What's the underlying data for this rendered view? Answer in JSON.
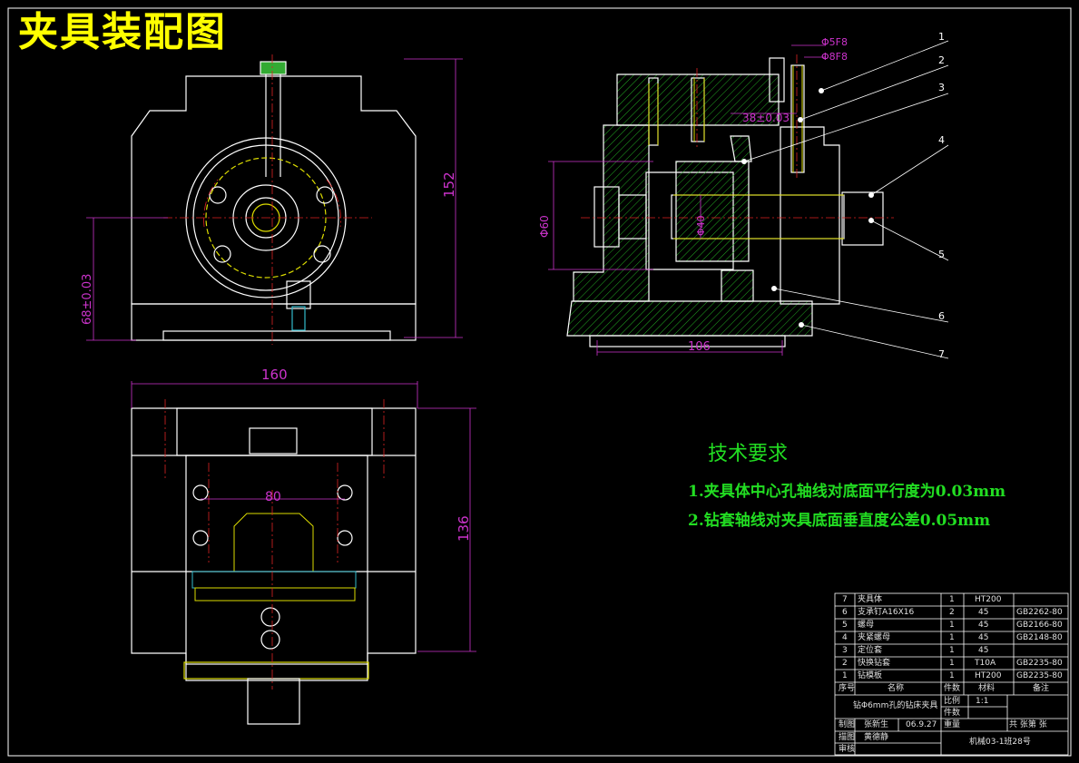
{
  "title": "夹具装配图",
  "technical_requirements": {
    "heading": "技术要求",
    "items": [
      "1.夹具体中心孔轴线对底面平行度为0.03mm",
      "2.钻套轴线对夹具底面垂直度公差0.05mm"
    ]
  },
  "dimensions": {
    "front_height": "152",
    "front_center_height": "68±0.03",
    "top_width": "160",
    "top_depth": "136",
    "top_hole_spacing": "80",
    "side_bore": "Φ60",
    "side_pin": "Φ40",
    "side_base_length": "106",
    "side_drill_distance": "38±0.03",
    "drill_fit_small": "Φ5F8",
    "drill_fit_large": "Φ8F8"
  },
  "callouts": [
    "1",
    "2",
    "3",
    "4",
    "5",
    "6",
    "7"
  ],
  "parts_list": [
    {
      "no": "7",
      "name": "夹具体",
      "qty": "1",
      "material": "HT200",
      "standard": ""
    },
    {
      "no": "6",
      "name": "支承钉A16X16",
      "qty": "2",
      "material": "45",
      "standard": "GB2262-80"
    },
    {
      "no": "5",
      "name": "螺母",
      "qty": "1",
      "material": "45",
      "standard": "GB2166-80"
    },
    {
      "no": "4",
      "name": "夹紧螺母",
      "qty": "1",
      "material": "45",
      "standard": "GB2148-80"
    },
    {
      "no": "3",
      "name": "定位套",
      "qty": "1",
      "material": "45",
      "standard": ""
    },
    {
      "no": "2",
      "name": "快换钻套",
      "qty": "1",
      "material": "T10A",
      "standard": "GB2235-80"
    },
    {
      "no": "1",
      "name": "钻模板",
      "qty": "1",
      "material": "HT200",
      "standard": "GB2235-80"
    }
  ],
  "parts_header": {
    "no": "序号",
    "name": "名称",
    "qty": "件数",
    "material": "材料",
    "standard": "备注"
  },
  "title_block": {
    "drawing_name": "钻Φ6mm孔的钻床夹具",
    "scale_label": "比例",
    "scale_value": "1:1",
    "parts_label": "件数",
    "drawn_label": "制图",
    "drawn_name": "张新生",
    "date": "06.9.27",
    "weight_label": "重量",
    "sheet_note": "共 张第 张",
    "design_label": "描图",
    "design_name": "黄德静",
    "check_label": "审核",
    "school": "机械03-1班28号"
  },
  "colors": {
    "background": "#000000",
    "outline": "#ffffff",
    "dimension": "#cc33cc",
    "hatch": "#22aa22",
    "hidden": "#dddd00",
    "center": "#dd2222",
    "cyan": "#33bbcc",
    "text_green": "#22dd22",
    "title_yellow": "#ffff00"
  }
}
